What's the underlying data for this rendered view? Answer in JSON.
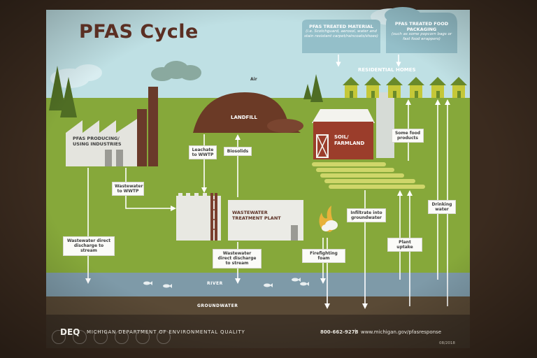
{
  "title": "PFAS Cycle",
  "air_label": "Air",
  "treated_material": {
    "heading": "PFAS TREATED MATERIAL",
    "detail": "(i.e. Scotchguard, aerosol, water and stain resistant carpet/raincoats/shoes)"
  },
  "treated_food_packaging": {
    "heading": "PFAS TREATED FOOD PACKAGING",
    "detail": "(such as some popcorn bags or fast food wrappers)"
  },
  "residential_homes": "RESIDENTIAL HOMES",
  "landfill": "LANDFILL",
  "industries": "PFAS PRODUCING/ USING INDUSTRIES",
  "farmland": "SOIL/ FARMLAND",
  "wwtp": "WASTEWATER TREATMENT PLANT",
  "river": "RIVER",
  "groundwater": "GROUNDWATER",
  "flow_labels": {
    "leachate": "Leachate to WWTP",
    "biosolids": "Biosolids",
    "wastewater_to_wwtp": "Wastewater to WWTP",
    "direct_discharge_industry": "Wastewater direct discharge to stream",
    "direct_discharge_wwtp": "Wastewater direct discharge to stream",
    "firefighting_foam": "Firefighting foam",
    "infiltrate": "Infiltrate into groundwater",
    "plant_uptake": "Plant uptake",
    "some_food_products": "Some food products",
    "drinking_water": "Drinking water"
  },
  "footer": {
    "logo": "DEQ",
    "agency": "MICHIGAN DEPARTMENT OF ENVIRONMENTAL QUALITY",
    "phone": "800-662-9278",
    "separator": "|",
    "website": "www.michigan.gov/pfasresponse",
    "date": "08/2018"
  },
  "colors": {
    "sky": "#bfe0e4",
    "grass": "#86a83a",
    "landfill": "#6b3a26",
    "barn": "#9b3d2b",
    "river": "#7e9aa8",
    "ground": "#5a4a36",
    "title": "#5b2f23"
  },
  "icons": [
    "factory-icon",
    "barn-icon",
    "house-icon",
    "tree-icon",
    "fish-icon",
    "fire-icon",
    "cloud-icon",
    "smoke-icon"
  ]
}
